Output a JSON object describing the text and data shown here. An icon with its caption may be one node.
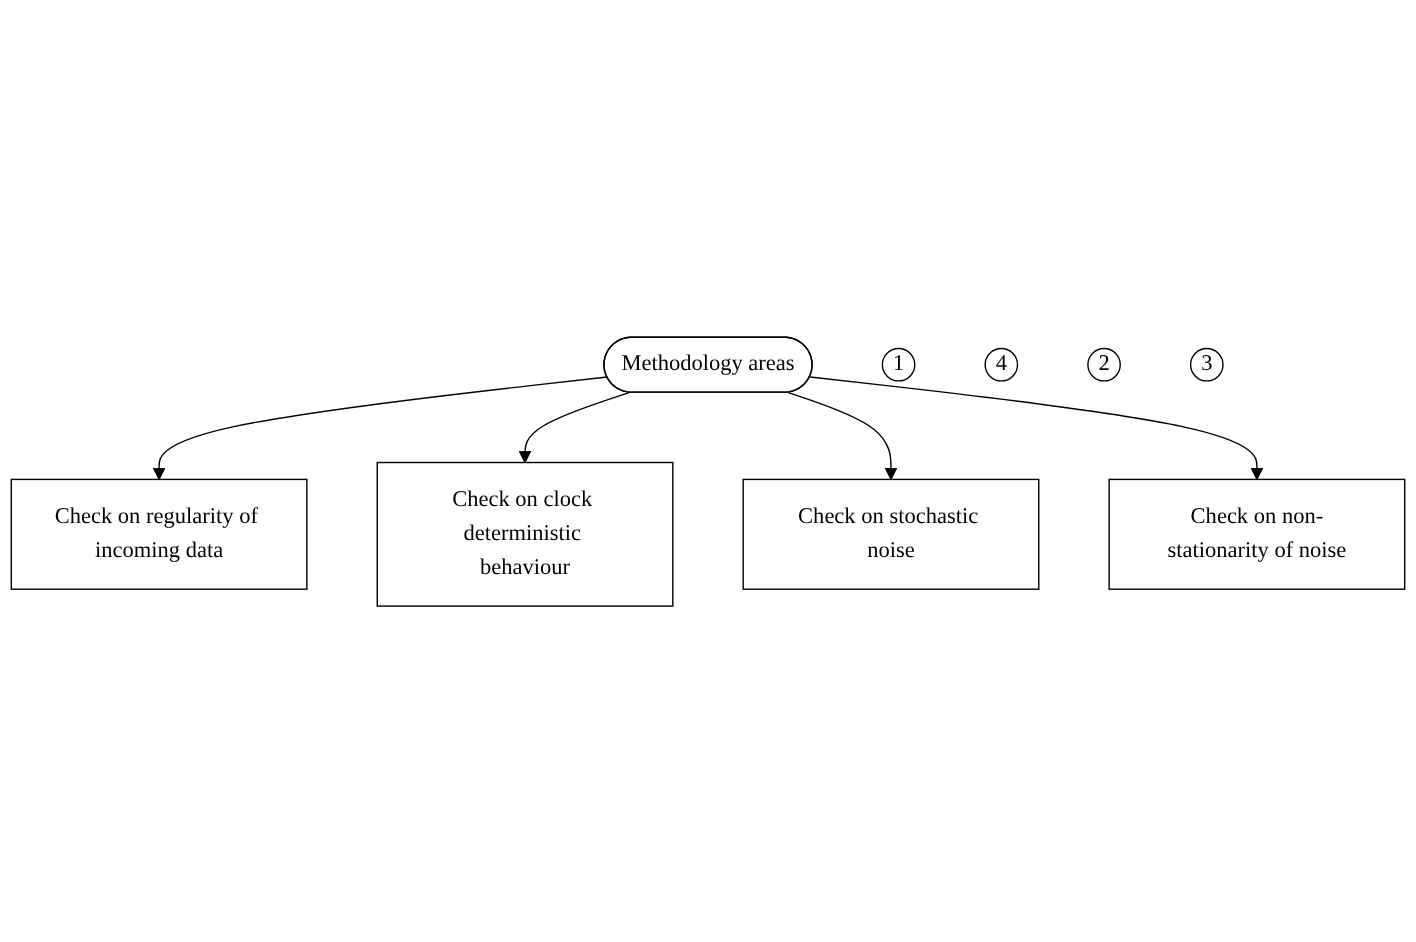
{
  "diagram": {
    "nodes": [
      {
        "text": [
          "Methodology areas"
        ]
      },
      {
        "text": [
          "1"
        ]
      },
      {
        "text": [
          "Check on regularity of incoming data"
        ]
      },
      {
        "text": [
          "4"
        ]
      },
      {
        "text": [
          "Check on non-stationarity of noise"
        ]
      },
      {
        "text": [
          "2"
        ]
      },
      {
        "text": [
          "3"
        ]
      },
      {
        "text": [
          "Check on clock deterministic behaviour"
        ]
      },
      {
        "text": [
          "Check on stochastic noise"
        ]
      }
    ],
    "edges": [
      {
        "from": 0,
        "to": 2,
        "arrow": "to"
      },
      {
        "from": 0,
        "to": 7,
        "arrow": "to"
      },
      {
        "from": 0,
        "to": 8,
        "arrow": "to"
      },
      {
        "from": 0,
        "to": 4,
        "arrow": "to"
      }
    ]
  }
}
